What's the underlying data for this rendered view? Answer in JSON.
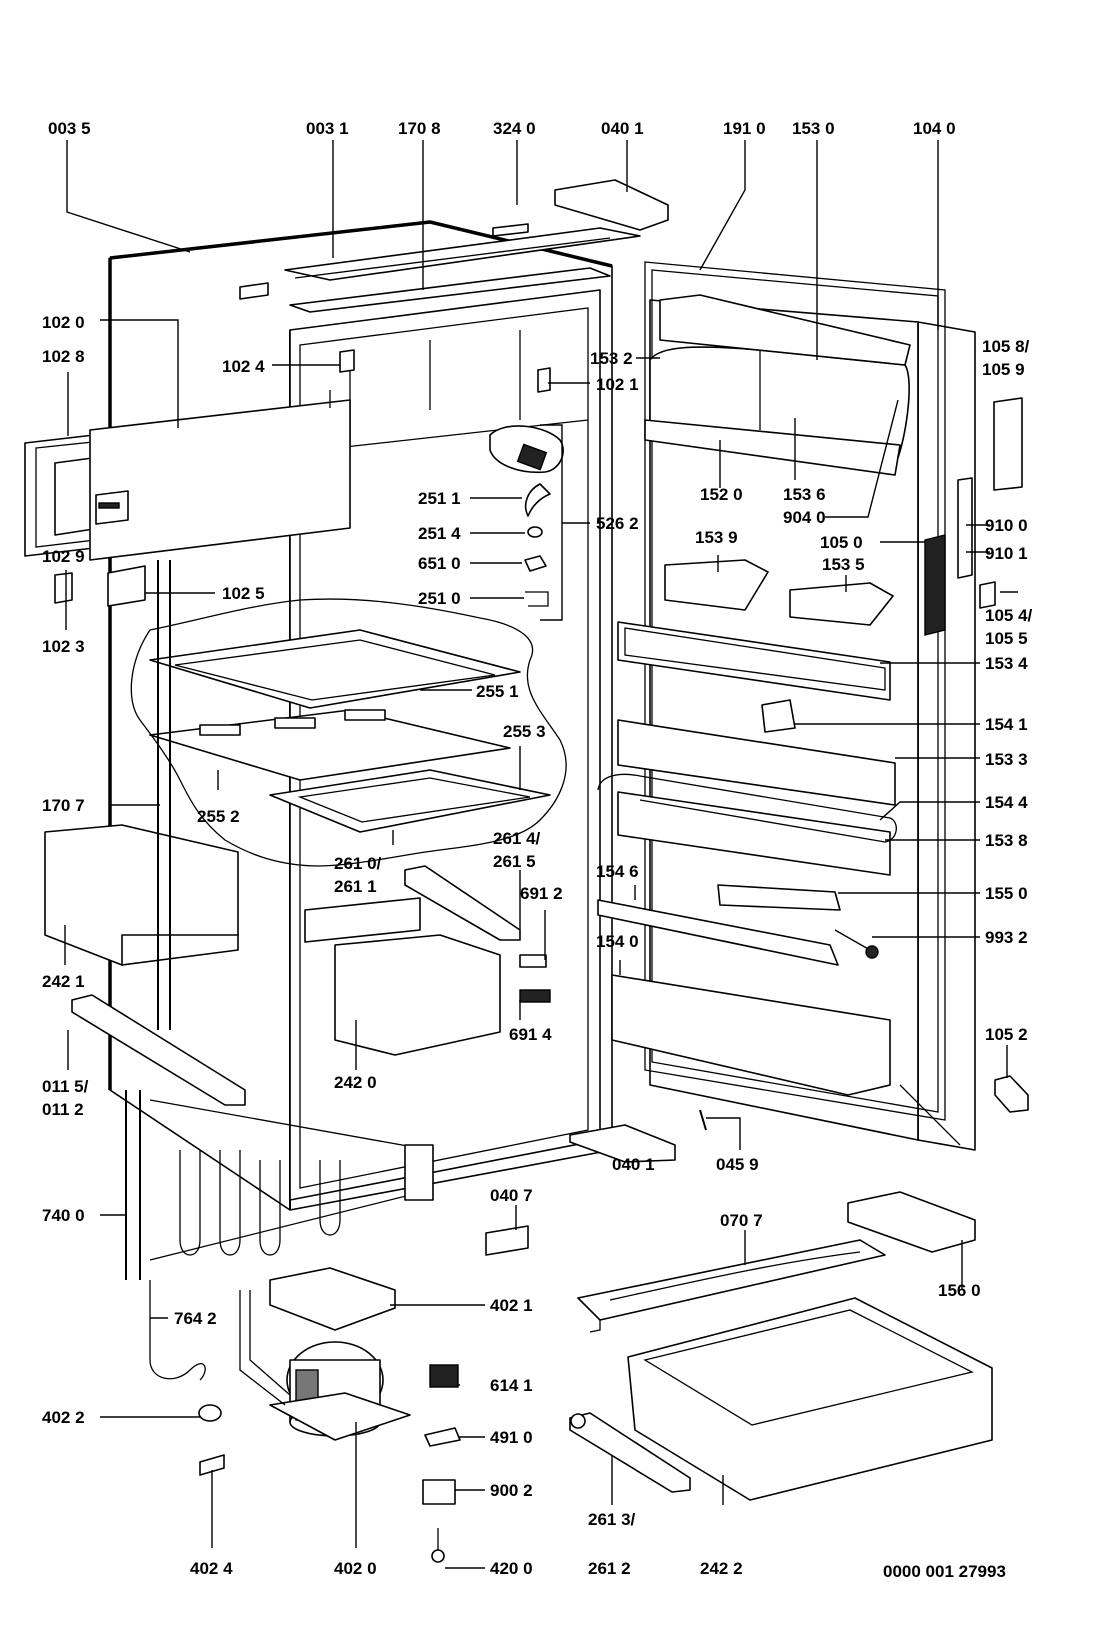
{
  "diagram_id": "0000 001 27993",
  "parts": [
    {
      "id": "p0035",
      "label": "003 5"
    },
    {
      "id": "p0031",
      "label": "003 1"
    },
    {
      "id": "p1708",
      "label": "170 8"
    },
    {
      "id": "p3240",
      "label": "324 0"
    },
    {
      "id": "p0401a",
      "label": "040 1"
    },
    {
      "id": "p1910",
      "label": "191 0"
    },
    {
      "id": "p1530",
      "label": "153 0"
    },
    {
      "id": "p1040",
      "label": "104 0"
    },
    {
      "id": "p1020",
      "label": "102 0"
    },
    {
      "id": "p1028",
      "label": "102 8"
    },
    {
      "id": "p1024",
      "label": "102 4"
    },
    {
      "id": "p1021",
      "label": "102 1"
    },
    {
      "id": "p1532",
      "label": "153 2"
    },
    {
      "id": "p1058",
      "label": "105 8/"
    },
    {
      "id": "p1059",
      "label": "105 9"
    },
    {
      "id": "p2511",
      "label": "251 1"
    },
    {
      "id": "p1520",
      "label": "152 0"
    },
    {
      "id": "p1536",
      "label": "153 6"
    },
    {
      "id": "p9040",
      "label": "904 0"
    },
    {
      "id": "p2514",
      "label": "251 4"
    },
    {
      "id": "p5262",
      "label": "526 2"
    },
    {
      "id": "p9100",
      "label": "910 0"
    },
    {
      "id": "p1029",
      "label": "102 9"
    },
    {
      "id": "p6510",
      "label": "651 0"
    },
    {
      "id": "p1539",
      "label": "153 9"
    },
    {
      "id": "p1050",
      "label": "105 0"
    },
    {
      "id": "p9101",
      "label": "910 1"
    },
    {
      "id": "p1025",
      "label": "102 5"
    },
    {
      "id": "p2510",
      "label": "251 0"
    },
    {
      "id": "p1535",
      "label": "153 5"
    },
    {
      "id": "p1054",
      "label": "105 4/"
    },
    {
      "id": "p1055",
      "label": "105 5"
    },
    {
      "id": "p1023",
      "label": "102 3"
    },
    {
      "id": "p1534",
      "label": "153 4"
    },
    {
      "id": "p2551",
      "label": "255 1"
    },
    {
      "id": "p1541",
      "label": "154 1"
    },
    {
      "id": "p2553",
      "label": "255 3"
    },
    {
      "id": "p1533",
      "label": "153 3"
    },
    {
      "id": "p1707",
      "label": "170 7"
    },
    {
      "id": "p1544",
      "label": "154 4"
    },
    {
      "id": "p2552",
      "label": "255 2"
    },
    {
      "id": "p1538",
      "label": "153 8"
    },
    {
      "id": "p2614",
      "label": "261 4/"
    },
    {
      "id": "p2615",
      "label": "261 5"
    },
    {
      "id": "p2610",
      "label": "261 0/"
    },
    {
      "id": "p2611",
      "label": "261 1"
    },
    {
      "id": "p1546",
      "label": "154 6"
    },
    {
      "id": "p1550",
      "label": "155 0"
    },
    {
      "id": "p6912",
      "label": "691 2"
    },
    {
      "id": "p9932",
      "label": "993 2"
    },
    {
      "id": "p2421",
      "label": "242 1"
    },
    {
      "id": "p1540",
      "label": "154 0"
    },
    {
      "id": "p6914",
      "label": "691 4"
    },
    {
      "id": "p1052",
      "label": "105 2"
    },
    {
      "id": "p0115",
      "label": "011 5/"
    },
    {
      "id": "p0112",
      "label": "011 2"
    },
    {
      "id": "p2420",
      "label": "242 0"
    },
    {
      "id": "p0459",
      "label": "045 9"
    },
    {
      "id": "p0401b",
      "label": "040 1"
    },
    {
      "id": "p0407",
      "label": "040 7"
    },
    {
      "id": "p7400",
      "label": "740 0"
    },
    {
      "id": "p0707",
      "label": "070 7"
    },
    {
      "id": "p7642",
      "label": "764 2"
    },
    {
      "id": "p4021",
      "label": "402 1"
    },
    {
      "id": "p1560",
      "label": "156 0"
    },
    {
      "id": "p6141",
      "label": "614 1"
    },
    {
      "id": "p4022",
      "label": "402 2"
    },
    {
      "id": "p4910",
      "label": "491 0"
    },
    {
      "id": "p9002",
      "label": "900 2"
    },
    {
      "id": "p2613",
      "label": "261 3/"
    },
    {
      "id": "p4024",
      "label": "402 4"
    },
    {
      "id": "p4020",
      "label": "402 0"
    },
    {
      "id": "p4200",
      "label": "420 0"
    },
    {
      "id": "p2612",
      "label": "261 2"
    },
    {
      "id": "p2422",
      "label": "242 2"
    }
  ]
}
